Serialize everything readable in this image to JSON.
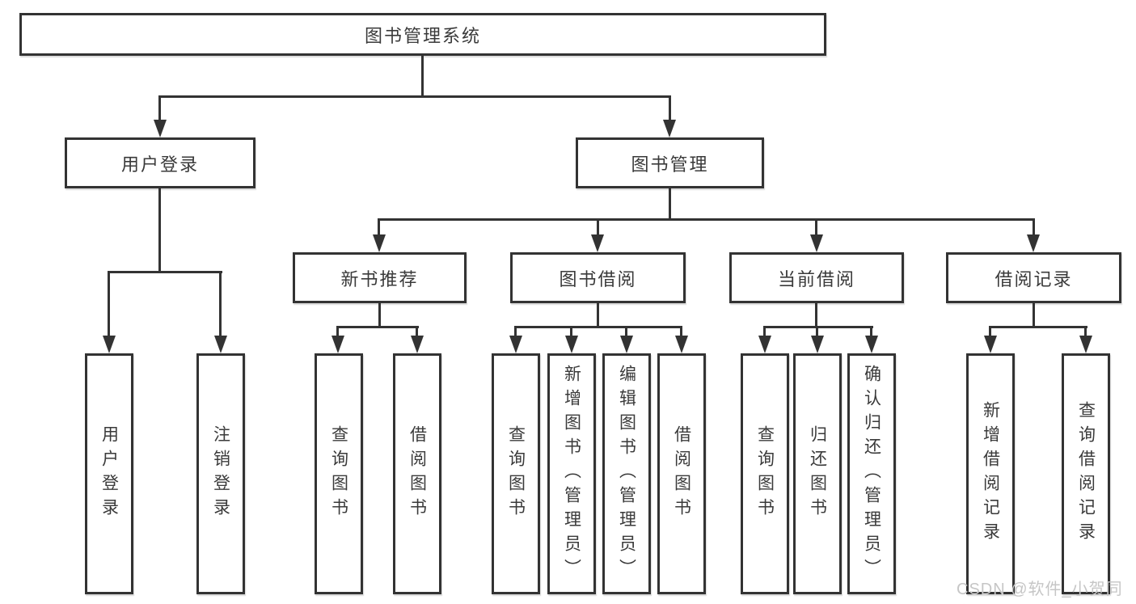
{
  "colors": {
    "line": "#333333",
    "box_border": "#333333",
    "text": "#3a3a3a",
    "background": "#ffffff",
    "watermark_text": "#c6c6c6"
  },
  "tree": {
    "label": "图书管理系统",
    "children": [
      {
        "label": "用户登录",
        "children": [
          {
            "label": "用户登录"
          },
          {
            "label": "注销登录"
          }
        ]
      },
      {
        "label": "图书管理",
        "children": [
          {
            "label": "新书推荐",
            "children": [
              {
                "label": "查询图书"
              },
              {
                "label": "借阅图书"
              }
            ]
          },
          {
            "label": "图书借阅",
            "children": [
              {
                "label": "查询图书"
              },
              {
                "label": "新增图书（管理员）"
              },
              {
                "label": "编辑图书（管理员）"
              },
              {
                "label": "借阅图书"
              }
            ]
          },
          {
            "label": "当前借阅",
            "children": [
              {
                "label": "查询图书"
              },
              {
                "label": "归还图书"
              },
              {
                "label": "确认归还（管理员）"
              }
            ]
          },
          {
            "label": "借阅记录",
            "children": [
              {
                "label": "新增借阅记录"
              },
              {
                "label": "查询借阅记录"
              }
            ]
          }
        ]
      }
    ]
  },
  "watermark": "CSDN @软件_小贺同学"
}
